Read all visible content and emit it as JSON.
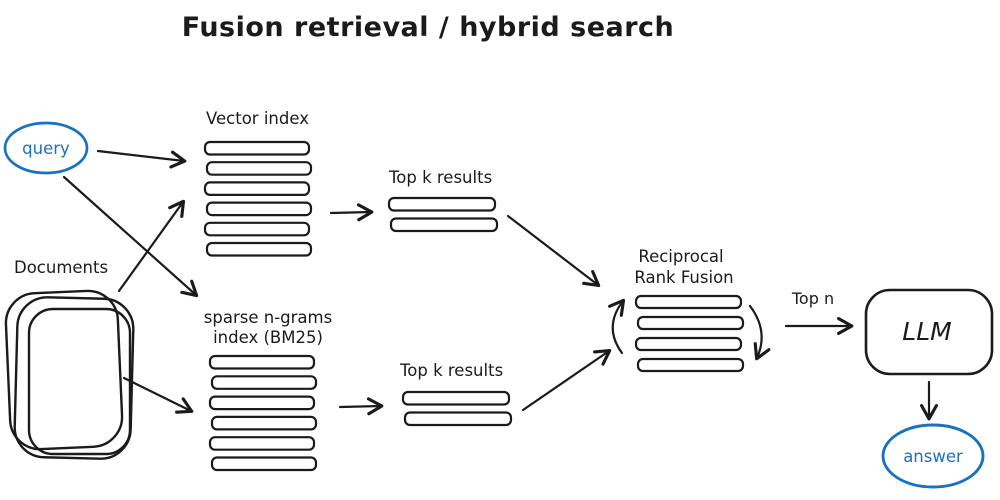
{
  "title": "Fusion retrieval / hybrid search",
  "colors": {
    "ink": "#1b1b1b",
    "accent_blue": "#1971c2",
    "background": "#ffffff"
  },
  "nodes": {
    "query": {
      "label": "query",
      "shape": "ellipse",
      "stroke": "#1971c2"
    },
    "documents": {
      "label": "Documents",
      "shape": "stacked-rounded-squares",
      "stack_count": 3
    },
    "vector_index": {
      "label": "Vector index",
      "shape": "bar-stack",
      "bar_count": 6
    },
    "sparse_index": {
      "label_line1": "sparse n-grams",
      "label_line2": "index (BM25)",
      "shape": "bar-stack",
      "bar_count": 6
    },
    "top_k_vector": {
      "label": "Top k results",
      "shape": "bar-stack",
      "bar_count": 2
    },
    "top_k_sparse": {
      "label": "Top k results",
      "shape": "bar-stack",
      "bar_count": 2
    },
    "rrf": {
      "label_line1": "Reciprocal",
      "label_line2": "Rank Fusion",
      "shape": "bar-stack",
      "bar_count": 4,
      "side_arrows": "cycle"
    },
    "llm": {
      "label": "LLM",
      "shape": "rounded-rect"
    },
    "answer": {
      "label": "answer",
      "shape": "ellipse",
      "stroke": "#1971c2"
    }
  },
  "edges": [
    {
      "from": "query",
      "to": "vector_index",
      "label": ""
    },
    {
      "from": "query",
      "to": "sparse_index",
      "label": ""
    },
    {
      "from": "documents",
      "to": "vector_index",
      "label": ""
    },
    {
      "from": "documents",
      "to": "sparse_index",
      "label": ""
    },
    {
      "from": "vector_index",
      "to": "top_k_vector",
      "label": ""
    },
    {
      "from": "sparse_index",
      "to": "top_k_sparse",
      "label": ""
    },
    {
      "from": "top_k_vector",
      "to": "rrf",
      "label": ""
    },
    {
      "from": "top_k_sparse",
      "to": "rrf",
      "label": ""
    },
    {
      "from": "rrf",
      "to": "llm",
      "label": "Top n"
    },
    {
      "from": "llm",
      "to": "answer",
      "label": ""
    }
  ],
  "edge_labels": {
    "top_n": "Top n"
  }
}
